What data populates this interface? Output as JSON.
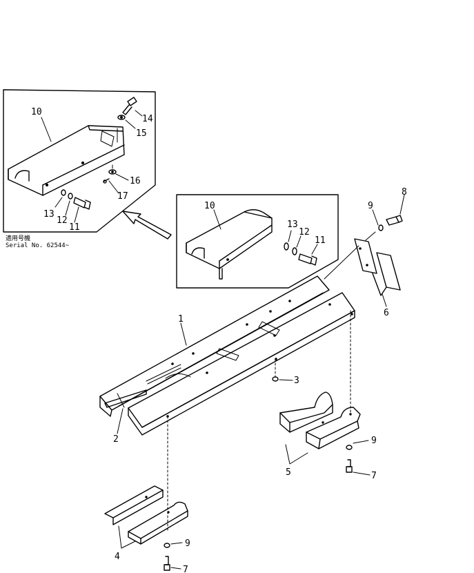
{
  "inset_left": {
    "labels": {
      "cover": "10",
      "bolt_top": "14",
      "washer_top": "15",
      "washer_mid": "16",
      "pin": "17",
      "washer_a": "13",
      "washer_b": "12",
      "bolt": "11"
    },
    "note_line1": "適用号機",
    "note_line2": "Serial No. 62544~"
  },
  "inset_right": {
    "labels": {
      "cover": "10",
      "washer_a": "13",
      "washer_b": "12",
      "bolt": "11"
    }
  },
  "main": {
    "labels": {
      "frame": "1",
      "guide": "2",
      "nut": "3",
      "bracket_front": "4",
      "bracket_rear": "5",
      "plate": "6",
      "bolt_rear": "7",
      "bolt_front": "7",
      "bolt_top": "8",
      "washer_top": "9",
      "washer_rear": "9",
      "washer_front": "9"
    }
  }
}
